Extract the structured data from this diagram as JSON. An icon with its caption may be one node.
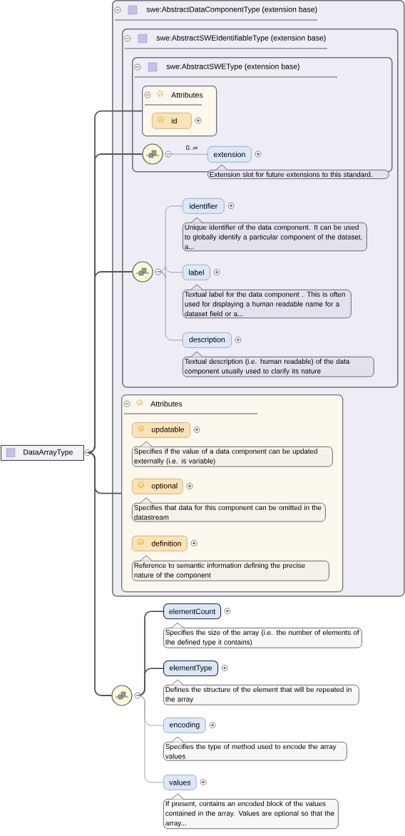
{
  "diagram": {
    "nodes": [
      {
        "text": [
          "DataArrayType"
        ]
      },
      {
        "text": [
          "swe:AbstractDataComponentType (extension base)"
        ]
      },
      {
        "text": [
          "swe:AbstractSWEIdentifiableType (extension base)"
        ],
        "in": 1
      },
      {
        "text": [
          "swe:AbstractSWEType (extension base)"
        ],
        "in": 2
      },
      {
        "text": [
          "Attributes"
        ],
        "in": 3
      },
      {
        "text": [
          "id"
        ],
        "in": 4
      },
      {
        "text": [],
        "shape": "circle",
        "in": 3
      },
      {
        "text": [
          "extension"
        ],
        "in": 3,
        "beside": [
          "Extension slot for future extensions to this standard."
        ]
      },
      {
        "text": [],
        "shape": "circle",
        "in": 2
      },
      {
        "text": [
          "identifier"
        ],
        "in": 2,
        "beside": [
          "Unique identifier of the data component. It can be used to globally identify a particular component of the dataset, a..."
        ]
      },
      {
        "text": [
          "label"
        ],
        "in": 2,
        "beside": [
          "Textual label for the data component . This is often used for displaying a human readable name for a dataset field or a..."
        ]
      },
      {
        "text": [
          "description"
        ],
        "in": 2,
        "beside": [
          "Textual description (i.e. human readable) of the data component usually used to clarify its nature"
        ]
      },
      {
        "text": [
          "Attributes"
        ],
        "in": 1
      },
      {
        "text": [
          "updatable"
        ],
        "in": 12,
        "beside": [
          "Specifies if the value of a data component can be updated externally (i.e. is variable)"
        ]
      },
      {
        "text": [
          "optional"
        ],
        "in": 12,
        "beside": [
          "Specifies that data for this component can be omitted in the datastream"
        ]
      },
      {
        "text": [
          "definition"
        ],
        "in": 12,
        "beside": [
          "Reference to semantic information defining the precise nature of the component"
        ]
      },
      {
        "text": [],
        "shape": "circle"
      },
      {
        "text": [
          "elementCount"
        ],
        "beside": [
          "Specifies the size of the array (i.e. the number of elements of the defined type it contains)"
        ]
      },
      {
        "text": [
          "elementType"
        ],
        "beside": [
          "Defines the structure of the element that will be repeated in the array"
        ]
      },
      {
        "text": [
          "encoding"
        ],
        "beside": [
          "Specifies the type of method used to encode the array values"
        ]
      },
      {
        "text": [
          "values"
        ],
        "beside": [
          "If present, contains an encoded block of the values contained in the array. Values are optional so that the array..."
        ]
      }
    ],
    "edges": [
      {
        "from": 0,
        "to": 4,
        "arrow": "none"
      },
      {
        "from": 0,
        "to": 6,
        "arrow": "none"
      },
      {
        "from": 0,
        "to": 8,
        "arrow": "none"
      },
      {
        "from": 0,
        "to": 12,
        "arrow": "none"
      },
      {
        "from": 0,
        "to": 16,
        "arrow": "none"
      },
      {
        "from": 6,
        "to": 7,
        "arrow": "none",
        "label": "0..∞",
        "color": "#9a9a9a"
      },
      {
        "from": 8,
        "to": 9,
        "arrow": "none",
        "color": "#9a9a9a"
      },
      {
        "from": 8,
        "to": 10,
        "arrow": "none",
        "color": "#9a9a9a"
      },
      {
        "from": 8,
        "to": 11,
        "arrow": "none",
        "color": "#9a9a9a"
      },
      {
        "from": 16,
        "to": 17,
        "arrow": "none"
      },
      {
        "from": 16,
        "to": 18,
        "arrow": "none"
      },
      {
        "from": 16,
        "to": 19,
        "arrow": "none",
        "color": "#9a9a9a"
      },
      {
        "from": 16,
        "to": 20,
        "arrow": "none",
        "color": "#9a9a9a"
      }
    ]
  }
}
